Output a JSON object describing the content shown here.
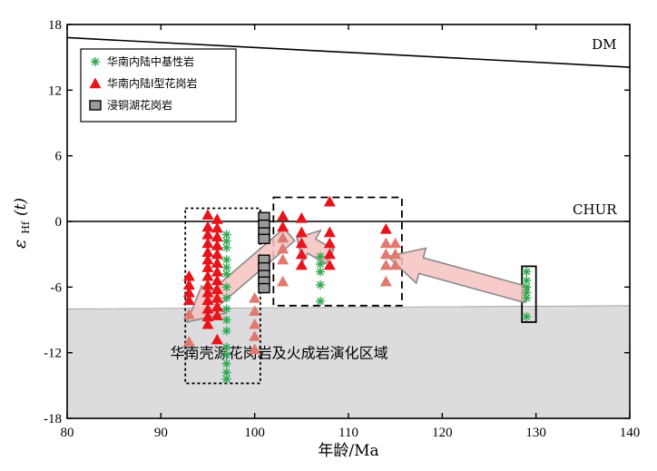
{
  "chart_data": {
    "type": "scatter",
    "title": "",
    "xlabel": "年龄/Ma",
    "ylabel": "εHf(t)",
    "ylabel_main": "ε",
    "ylabel_sub": "Hf",
    "ylabel_suffix": "(t)",
    "xlim": [
      80,
      140
    ],
    "ylim": [
      -18,
      18
    ],
    "x_ticks": [
      80,
      90,
      100,
      110,
      120,
      130,
      140
    ],
    "y_ticks": [
      18,
      12,
      6,
      0,
      -6,
      -12,
      -18
    ],
    "grid": false,
    "legend_position": "top-left",
    "colors": {
      "mafic": "#2fa84f",
      "igranite": "#e8141c",
      "igranite_faded": "#e07a70",
      "jintonghu": "#9a9a9a",
      "crust_region": "#dcdcdf",
      "arrow": "#f4c2c0",
      "arrow_stroke": "#8a8a8a"
    },
    "reference_lines": [
      {
        "name": "DM",
        "x": [
          80,
          140
        ],
        "y": [
          16.8,
          14.1
        ]
      },
      {
        "name": "CHUR",
        "x": [
          80,
          140
        ],
        "y": [
          0,
          0
        ]
      }
    ],
    "region_label": "华南壳源花岗岩及火成岩演化区域",
    "region_boundary": {
      "x": [
        80,
        140
      ],
      "y": [
        -8,
        -7.7
      ]
    },
    "series": [
      {
        "name": "华南内陆中基性岩",
        "marker": "asterisk",
        "points": [
          [
            97,
            -1.2
          ],
          [
            97,
            -1.8
          ],
          [
            97,
            -2.4
          ],
          [
            97,
            -3.5
          ],
          [
            97,
            -4.2
          ],
          [
            97,
            -4.8
          ],
          [
            97,
            -6
          ],
          [
            97,
            -7
          ],
          [
            97,
            -8
          ],
          [
            97,
            -9
          ],
          [
            97,
            -10
          ],
          [
            97,
            -11.5
          ],
          [
            97,
            -12.2
          ],
          [
            97,
            -13
          ],
          [
            97,
            -13.8
          ],
          [
            97,
            -14.4
          ],
          [
            107,
            -3.2
          ],
          [
            107,
            -3.9
          ],
          [
            107,
            -4.6
          ],
          [
            107,
            -5.8
          ],
          [
            107,
            -7.3
          ],
          [
            129,
            -4.6
          ],
          [
            129,
            -5.4
          ],
          [
            129,
            -6
          ],
          [
            129,
            -6.5
          ],
          [
            129,
            -7
          ],
          [
            129,
            -8.7
          ]
        ]
      },
      {
        "name": "华南内陆I型花岗岩",
        "marker": "triangle",
        "points": [
          [
            93,
            -5
          ],
          [
            93,
            -5.8
          ],
          [
            93,
            -6.5
          ],
          [
            93,
            -7.2
          ],
          [
            93,
            -8.5
          ],
          [
            93,
            -11
          ],
          [
            95,
            0.6
          ],
          [
            95,
            -0.5
          ],
          [
            95,
            -1.2
          ],
          [
            95,
            -2
          ],
          [
            95,
            -2.8
          ],
          [
            95,
            -3.5
          ],
          [
            95,
            -4.2
          ],
          [
            95,
            -5
          ],
          [
            95,
            -5.8
          ],
          [
            95,
            -6.5
          ],
          [
            95,
            -7.2
          ],
          [
            95,
            -8
          ],
          [
            95,
            -8.7
          ],
          [
            95,
            -9.4
          ],
          [
            96,
            0.2
          ],
          [
            96,
            -0.6
          ],
          [
            96,
            -1.4
          ],
          [
            96,
            -2.2
          ],
          [
            96,
            -3
          ],
          [
            96,
            -3.8
          ],
          [
            96,
            -4.6
          ],
          [
            96,
            -5.4
          ],
          [
            96,
            -6.2
          ],
          [
            96,
            -7
          ],
          [
            96,
            -7.8
          ],
          [
            96,
            -8.6
          ],
          [
            96,
            -10.8
          ],
          [
            100,
            -7
          ],
          [
            100,
            -8.2
          ],
          [
            100,
            -9.4
          ],
          [
            100,
            -10.5
          ],
          [
            100,
            -11.7
          ],
          [
            103,
            0.5
          ],
          [
            103,
            -0.5
          ],
          [
            103,
            -1.5
          ],
          [
            103,
            -2.5
          ],
          [
            103,
            -3.5
          ],
          [
            103,
            -5.5
          ],
          [
            105,
            0.3
          ],
          [
            105,
            -1
          ],
          [
            105,
            -2
          ],
          [
            105,
            -3
          ],
          [
            105,
            -4
          ],
          [
            108,
            1.8
          ],
          [
            108,
            -1
          ],
          [
            108,
            -2
          ],
          [
            108,
            -3
          ],
          [
            108,
            -4
          ],
          [
            114,
            -0.7
          ],
          [
            114,
            -2
          ],
          [
            114,
            -3
          ],
          [
            114,
            -4
          ],
          [
            114,
            -5.5
          ],
          [
            115,
            -2
          ],
          [
            115,
            -3
          ],
          [
            115,
            -4
          ]
        ]
      },
      {
        "name": "浸铜湖花岗岩",
        "marker": "square",
        "points": [
          [
            101,
            0.4
          ],
          [
            101,
            -0.3
          ],
          [
            101,
            -1
          ],
          [
            101,
            -1.6
          ],
          [
            101,
            -3.5
          ],
          [
            101,
            -4.2
          ],
          [
            101,
            -4.9
          ],
          [
            101,
            -5.5
          ],
          [
            101,
            -6.1
          ]
        ]
      }
    ],
    "boxes": [
      {
        "x": [
          92.6,
          100.6
        ],
        "y": [
          -14.8,
          1.2
        ],
        "style": "dotted"
      },
      {
        "x": [
          102,
          115.7
        ],
        "y": [
          -7.7,
          2.2
        ],
        "style": "dashed"
      },
      {
        "x": [
          128.5,
          130
        ],
        "y": [
          -9.2,
          -4.1
        ],
        "style": "solid"
      }
    ],
    "arrows": [
      {
        "from": [
          129,
          -6.7
        ],
        "to": [
          114.2,
          -3.2
        ]
      },
      {
        "from": [
          108,
          -3.2
        ],
        "to": [
          104.5,
          -1.5
        ]
      },
      {
        "from": [
          103.7,
          -1.2
        ],
        "to": [
          92.8,
          -9.2
        ]
      }
    ]
  }
}
